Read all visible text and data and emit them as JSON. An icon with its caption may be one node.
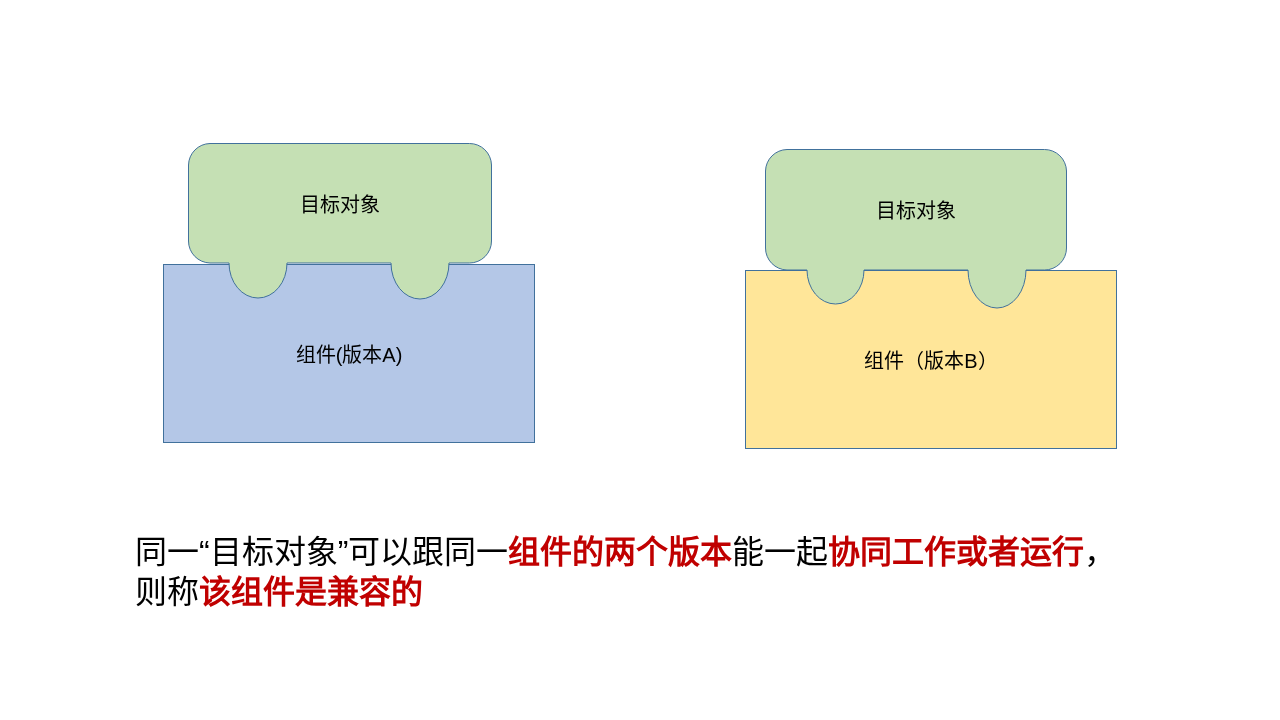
{
  "diagram": {
    "caption": "同一“目标对象”可以跟同一**组件的两个版本**能一起**协同工作或者运行**，则称**该组件是兼容的**",
    "nodes": [
      {
        "text": [
          "目标对象"
        ]
      },
      {
        "text": [
          "目标对象"
        ]
      },
      {
        "text": [
          "组件(版本A)"
        ]
      },
      {
        "text": [
          "组件（版本B）"
        ]
      }
    ]
  }
}
